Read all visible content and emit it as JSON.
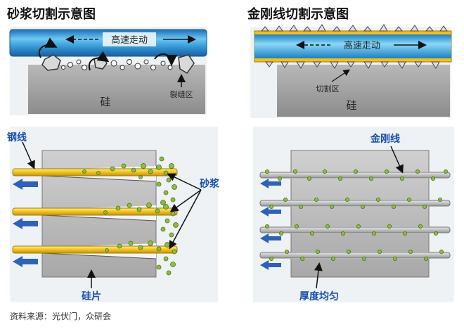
{
  "left": {
    "title": "砂浆切割示意图",
    "top_speed": "高速走动",
    "top_crack": "裂缝区",
    "top_silicon": "硅",
    "wire_label": "钢线",
    "slurry_label": "砂浆",
    "wafer_label": "硅片"
  },
  "right": {
    "title": "金刚线切割示意图",
    "top_speed": "高速走动",
    "top_cut": "切割区",
    "top_silicon": "硅",
    "wire_label": "金刚线",
    "thickness_label": "厚度均匀"
  },
  "source": "资料来源：光伏门，众研会",
  "colors": {
    "pipe_blue": "#2f8fd0",
    "steel_wire": "#f0c020",
    "grit_green": "#8cbf3a",
    "silicon_gray": "#9a9a9a",
    "label_blue": "#1a4fb0",
    "arrow_blue": "#2d62b8"
  }
}
